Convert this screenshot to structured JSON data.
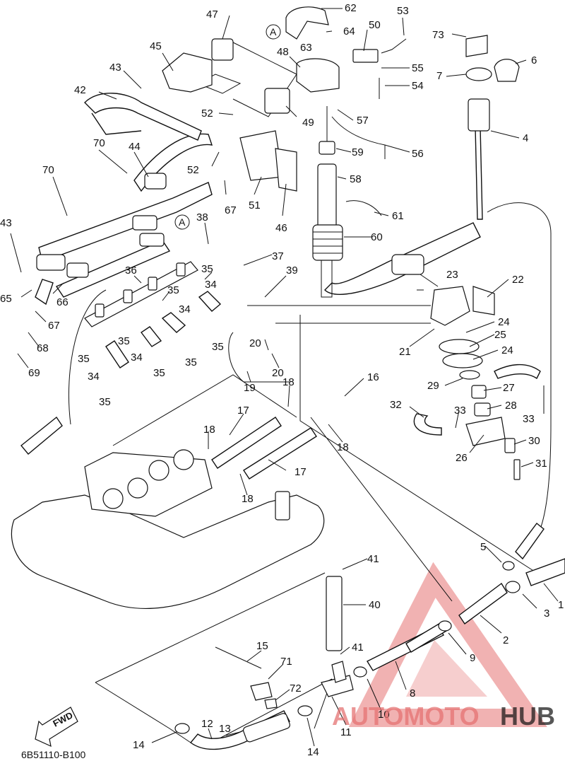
{
  "diagram": {
    "reference_code": "6B51110-B100",
    "fwd_label": "FWD",
    "circle_marker": "A",
    "watermark_part1": "AUTOMOTO",
    "watermark_part2": "HUB",
    "watermark_color": "#e57373"
  },
  "labels": [
    {
      "id": "l1",
      "text": "1"
    },
    {
      "id": "l2",
      "text": "2"
    },
    {
      "id": "l3",
      "text": "3"
    },
    {
      "id": "l4",
      "text": "4"
    },
    {
      "id": "l5",
      "text": "5"
    },
    {
      "id": "l6",
      "text": "6"
    },
    {
      "id": "l7",
      "text": "7"
    },
    {
      "id": "l8",
      "text": "8"
    },
    {
      "id": "l9",
      "text": "9"
    },
    {
      "id": "l10",
      "text": "10"
    },
    {
      "id": "l11",
      "text": "11"
    },
    {
      "id": "l12",
      "text": "12"
    },
    {
      "id": "l13",
      "text": "13"
    },
    {
      "id": "l14a",
      "text": "14"
    },
    {
      "id": "l14b",
      "text": "14"
    },
    {
      "id": "l15",
      "text": "15"
    },
    {
      "id": "l16",
      "text": "16"
    },
    {
      "id": "l17a",
      "text": "17"
    },
    {
      "id": "l17b",
      "text": "17"
    },
    {
      "id": "l18a",
      "text": "18"
    },
    {
      "id": "l18b",
      "text": "18"
    },
    {
      "id": "l18c",
      "text": "18"
    },
    {
      "id": "l18d",
      "text": "18"
    },
    {
      "id": "l19",
      "text": "19"
    },
    {
      "id": "l20a",
      "text": "20"
    },
    {
      "id": "l20b",
      "text": "20"
    },
    {
      "id": "l21",
      "text": "21"
    },
    {
      "id": "l22",
      "text": "22"
    },
    {
      "id": "l23",
      "text": "23"
    },
    {
      "id": "l24a",
      "text": "24"
    },
    {
      "id": "l24b",
      "text": "24"
    },
    {
      "id": "l25",
      "text": "25"
    },
    {
      "id": "l26",
      "text": "26"
    },
    {
      "id": "l27",
      "text": "27"
    },
    {
      "id": "l28",
      "text": "28"
    },
    {
      "id": "l29",
      "text": "29"
    },
    {
      "id": "l30",
      "text": "30"
    },
    {
      "id": "l31",
      "text": "31"
    },
    {
      "id": "l32",
      "text": "32"
    },
    {
      "id": "l33a",
      "text": "33"
    },
    {
      "id": "l33b",
      "text": "33"
    },
    {
      "id": "l34a",
      "text": "34"
    },
    {
      "id": "l34b",
      "text": "34"
    },
    {
      "id": "l34c",
      "text": "34"
    },
    {
      "id": "l34d",
      "text": "34"
    },
    {
      "id": "l35a",
      "text": "35"
    },
    {
      "id": "l35b",
      "text": "35"
    },
    {
      "id": "l35c",
      "text": "35"
    },
    {
      "id": "l35d",
      "text": "35"
    },
    {
      "id": "l35e",
      "text": "35"
    },
    {
      "id": "l35f",
      "text": "35"
    },
    {
      "id": "l35g",
      "text": "35"
    },
    {
      "id": "l35h",
      "text": "35"
    },
    {
      "id": "l36",
      "text": "36"
    },
    {
      "id": "l37",
      "text": "37"
    },
    {
      "id": "l38",
      "text": "38"
    },
    {
      "id": "l39",
      "text": "39"
    },
    {
      "id": "l40",
      "text": "40"
    },
    {
      "id": "l41a",
      "text": "41"
    },
    {
      "id": "l41b",
      "text": "41"
    },
    {
      "id": "l42",
      "text": "42"
    },
    {
      "id": "l43a",
      "text": "43"
    },
    {
      "id": "l43b",
      "text": "43"
    },
    {
      "id": "l44",
      "text": "44"
    },
    {
      "id": "l45",
      "text": "45"
    },
    {
      "id": "l46",
      "text": "46"
    },
    {
      "id": "l47",
      "text": "47"
    },
    {
      "id": "l48",
      "text": "48"
    },
    {
      "id": "l49",
      "text": "49"
    },
    {
      "id": "l50",
      "text": "50"
    },
    {
      "id": "l51",
      "text": "51"
    },
    {
      "id": "l52a",
      "text": "52"
    },
    {
      "id": "l52b",
      "text": "52"
    },
    {
      "id": "l53",
      "text": "53"
    },
    {
      "id": "l54",
      "text": "54"
    },
    {
      "id": "l55",
      "text": "55"
    },
    {
      "id": "l56",
      "text": "56"
    },
    {
      "id": "l57",
      "text": "57"
    },
    {
      "id": "l58",
      "text": "58"
    },
    {
      "id": "l59",
      "text": "59"
    },
    {
      "id": "l60",
      "text": "60"
    },
    {
      "id": "l61",
      "text": "61"
    },
    {
      "id": "l62",
      "text": "62"
    },
    {
      "id": "l63",
      "text": "63"
    },
    {
      "id": "l64",
      "text": "64"
    },
    {
      "id": "l65",
      "text": "65"
    },
    {
      "id": "l66",
      "text": "66"
    },
    {
      "id": "l67a",
      "text": "67"
    },
    {
      "id": "l67b",
      "text": "67"
    },
    {
      "id": "l68",
      "text": "68"
    },
    {
      "id": "l69",
      "text": "69"
    },
    {
      "id": "l70a",
      "text": "70"
    },
    {
      "id": "l70b",
      "text": "70"
    },
    {
      "id": "l71",
      "text": "71"
    },
    {
      "id": "l72",
      "text": "72"
    },
    {
      "id": "l73",
      "text": "73"
    }
  ]
}
